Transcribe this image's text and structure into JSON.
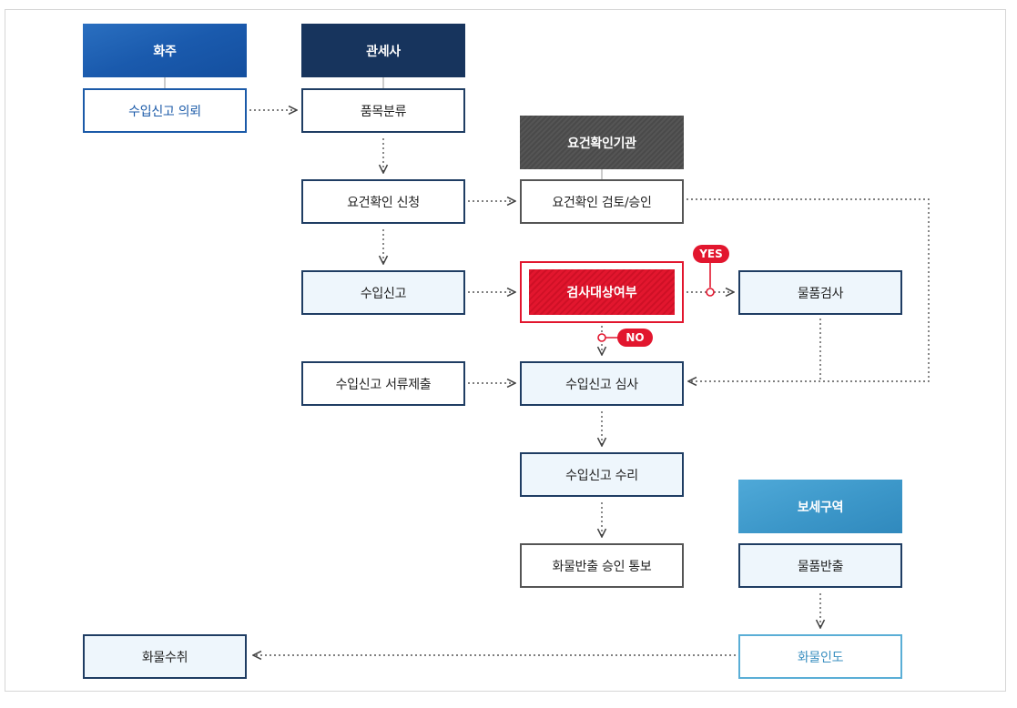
{
  "headers": {
    "shipper": "화주",
    "customs_broker": "관세사",
    "requirement_agency": "요건확인기관",
    "bonded_area": "보세구역"
  },
  "steps": {
    "import_request": "수입신고 의뢰",
    "classification": "품목분류",
    "requirement_apply": "요건확인 신청",
    "requirement_review": "요건확인 검토/승인",
    "import_declaration": "수입신고",
    "inspection_decision": "검사대상여부",
    "goods_inspection": "물품검사",
    "document_submission": "수입신고 서류제출",
    "declaration_review": "수입신고 심사",
    "declaration_accept": "수입신고 수리",
    "release_notice": "화물반출 승인 통보",
    "goods_release": "물품반출",
    "cargo_delivery": "화물인도",
    "cargo_receipt": "화물수취"
  },
  "labels": {
    "yes": "YES",
    "no": "NO"
  },
  "colors": {
    "blue": "#1b5aa8",
    "navy": "#1f3d63",
    "gray": "#555555",
    "teal": "#5aaed6",
    "red": "#e2162e"
  }
}
